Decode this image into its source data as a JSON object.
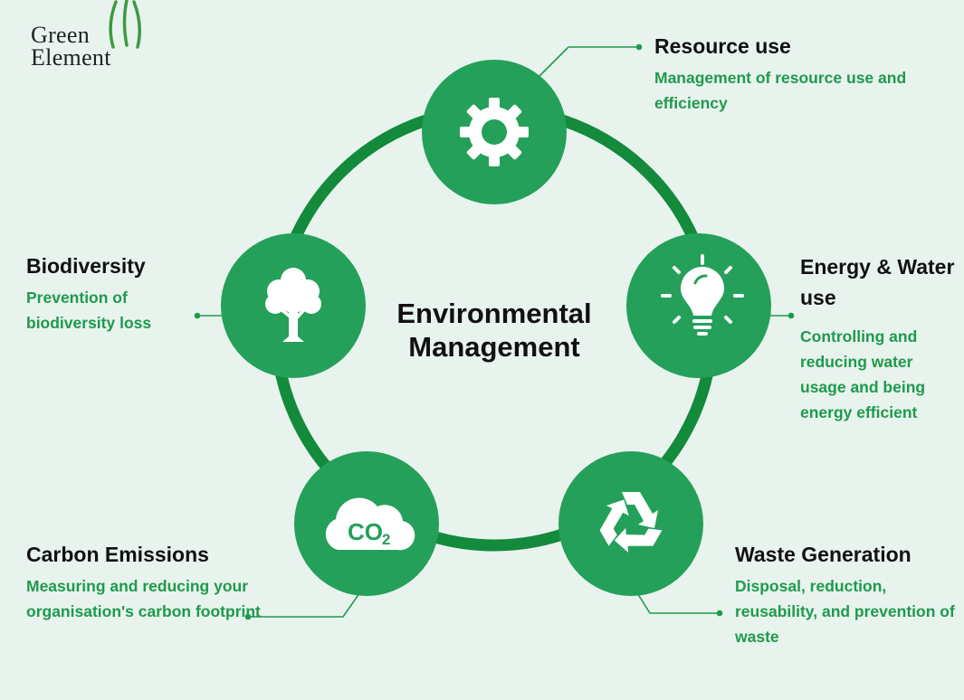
{
  "logo": {
    "line1": "Green",
    "line2": "Element"
  },
  "center_title": "Environmental Management",
  "nodes": [
    {
      "id": "resource",
      "icon": "gear-icon",
      "title": "Resource use",
      "description": "Management of resource use and efficiency"
    },
    {
      "id": "energy",
      "icon": "lightbulb-icon",
      "title": "Energy & Water use",
      "description": "Controlling and reducing water usage and being energy efficient"
    },
    {
      "id": "waste",
      "icon": "recycle-icon",
      "title": "Waste Generation",
      "description": "Disposal, reduction, reusability, and prevention of waste"
    },
    {
      "id": "carbon",
      "icon": "co2-cloud-icon",
      "title": "Carbon Emissions",
      "description": "Measuring and reducing your organisation's carbon footprint",
      "icon_text": "CO",
      "icon_sub": "2"
    },
    {
      "id": "bio",
      "icon": "tree-icon",
      "title": "Biodiversity",
      "description": "Prevention of biodiversity loss"
    }
  ],
  "colors": {
    "background": "#e8f3ee",
    "ring": "#138a3c",
    "node": "#24a05a",
    "accent_text": "#1e9a4c",
    "title_text": "#111111"
  }
}
